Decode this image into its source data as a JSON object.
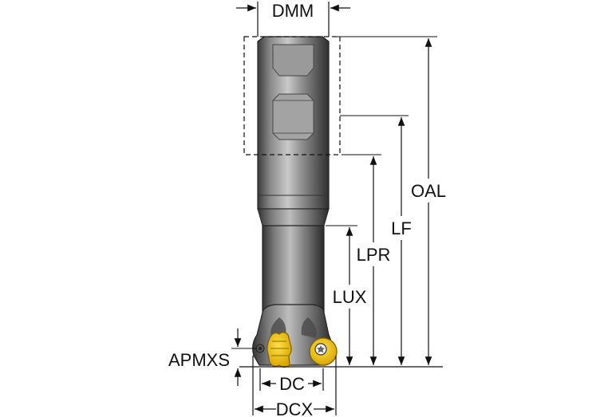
{
  "dimensions": {
    "dmm": "DMM",
    "oal": "OAL",
    "lf": "LF",
    "lpr": "LPR",
    "lux": "LUX",
    "apmxs": "APMXS",
    "dc": "DC",
    "dcx": "DCX"
  },
  "colors": {
    "tool_body": "#6e6e6e",
    "tool_highlight": "#b8b8b8",
    "insert": "#f2c400",
    "insert_outline": "#8a6d00",
    "dimension_line": "#111111"
  }
}
